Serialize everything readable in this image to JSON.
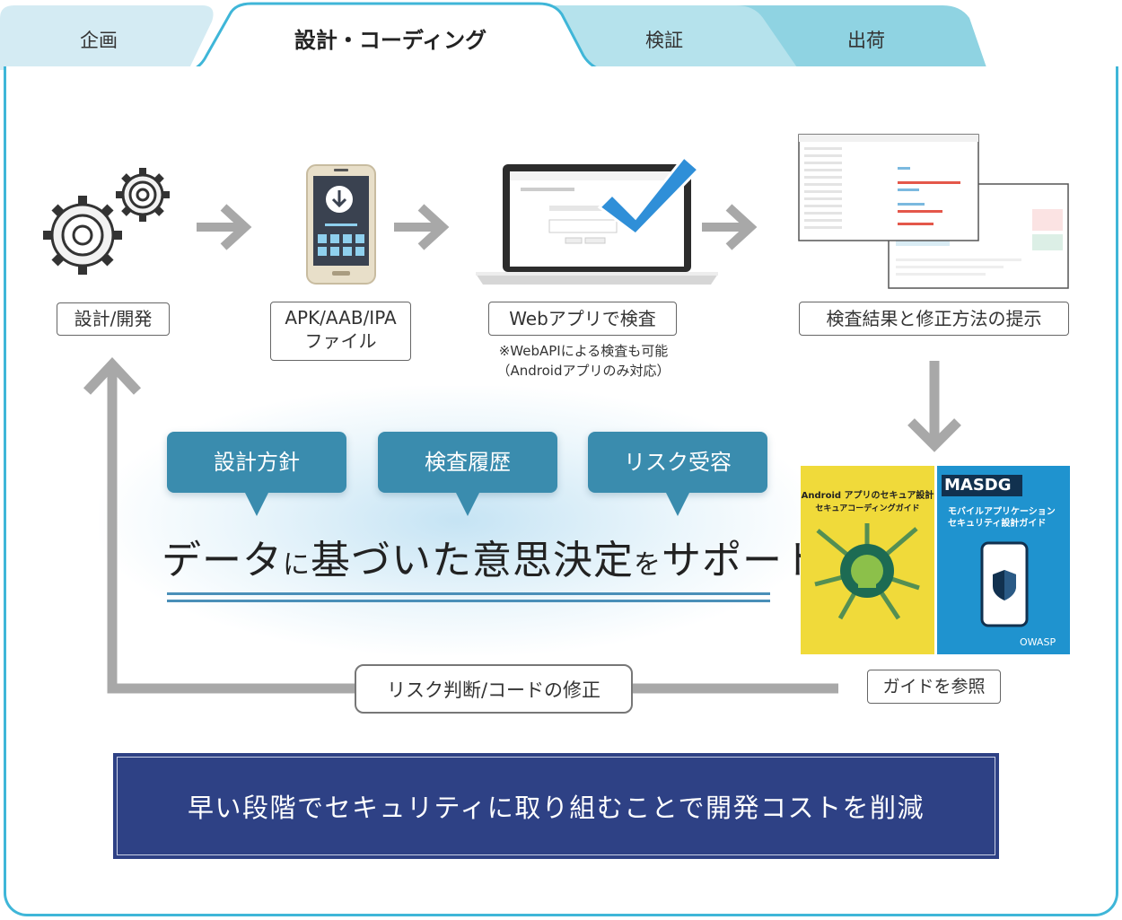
{
  "tabs": [
    {
      "label": "企画"
    },
    {
      "label": "設計・コーディング"
    },
    {
      "label": "検証"
    },
    {
      "label": "出荷"
    }
  ],
  "steps": {
    "design": "設計/開発",
    "apk_line1": "APK/AAB/IPA",
    "apk_line2": "ファイル",
    "web_check": "Webアプリで検査",
    "web_note_line1": "※WebAPIによる検査も可能",
    "web_note_line2": "（Androidアプリのみ対応）",
    "results": "検査結果と修正方法の提示",
    "guide": "ガイドを参照"
  },
  "bubbles": [
    "設計方針",
    "検査履歴",
    "リスク受容"
  ],
  "headline": {
    "part1": "データ",
    "part2": "に",
    "part3": "基づいた意思決定",
    "part4": "を",
    "part5": "サポート"
  },
  "loop_label": "リスク判断/コードの修正",
  "banner": "早い段階でセキュリティに取り組むことで開発コストを削減",
  "covers": {
    "yellow_title1": "Android アプリのセキュア設計",
    "yellow_title2": "セキュアコーディングガイド",
    "blue_title": "MASDG",
    "blue_sub1": "モバイルアプリケーション",
    "blue_sub2": "セキュリティ設計ガイド",
    "blue_brand": "OWASP"
  },
  "colors": {
    "tab_active_border": "#3fb6d8",
    "tab_inactive": "#cfe6f1",
    "bubble": "#3a8cae",
    "banner": "#2e4185",
    "arrow": "#a8a8a8",
    "check": "#2f8fd8"
  },
  "icons": [
    "gears-icon",
    "phone-download-icon",
    "laptop-check-icon",
    "report-screens-icon"
  ]
}
